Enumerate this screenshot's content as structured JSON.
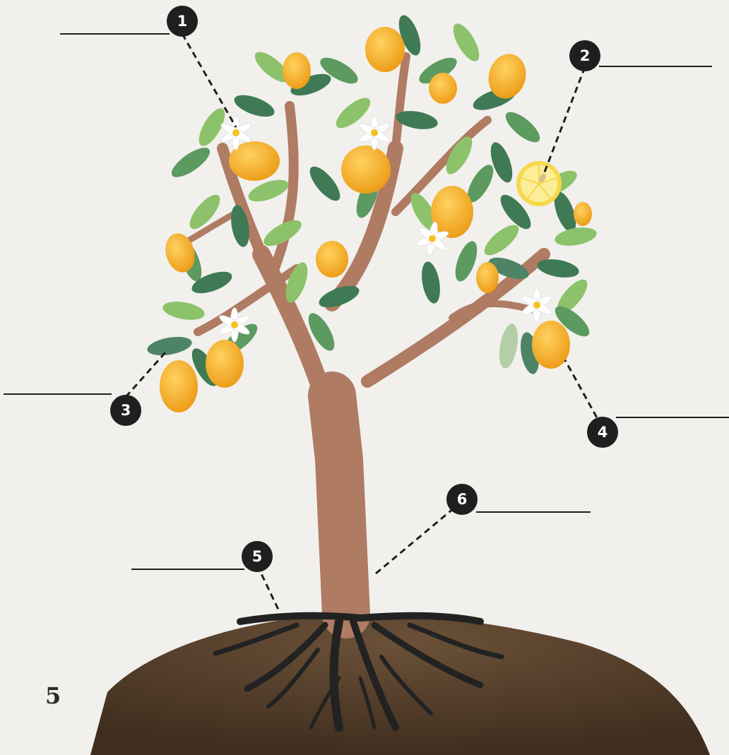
{
  "markers": [
    {
      "id": "marker-1",
      "label": "1",
      "points_to": "blossom"
    },
    {
      "id": "marker-2",
      "label": "2",
      "points_to": "lemon-slice-seed"
    },
    {
      "id": "marker-3",
      "label": "3",
      "points_to": "leaf"
    },
    {
      "id": "marker-4",
      "label": "4",
      "points_to": "lemon-fruit"
    },
    {
      "id": "marker-5",
      "label": "5",
      "points_to": "root"
    },
    {
      "id": "marker-6",
      "label": "6",
      "points_to": "trunk"
    }
  ],
  "page_number": "5",
  "colors": {
    "background": "#f1f0ed",
    "marker_fill": "#1f1f1f",
    "trunk": "#b07b63",
    "soil": "#55402d",
    "roots": "#222222",
    "leaf_dark": "#3f7a54",
    "leaf_light": "#8cc26a",
    "lemon": "#f3a81f",
    "blossom": "#ffffff"
  }
}
